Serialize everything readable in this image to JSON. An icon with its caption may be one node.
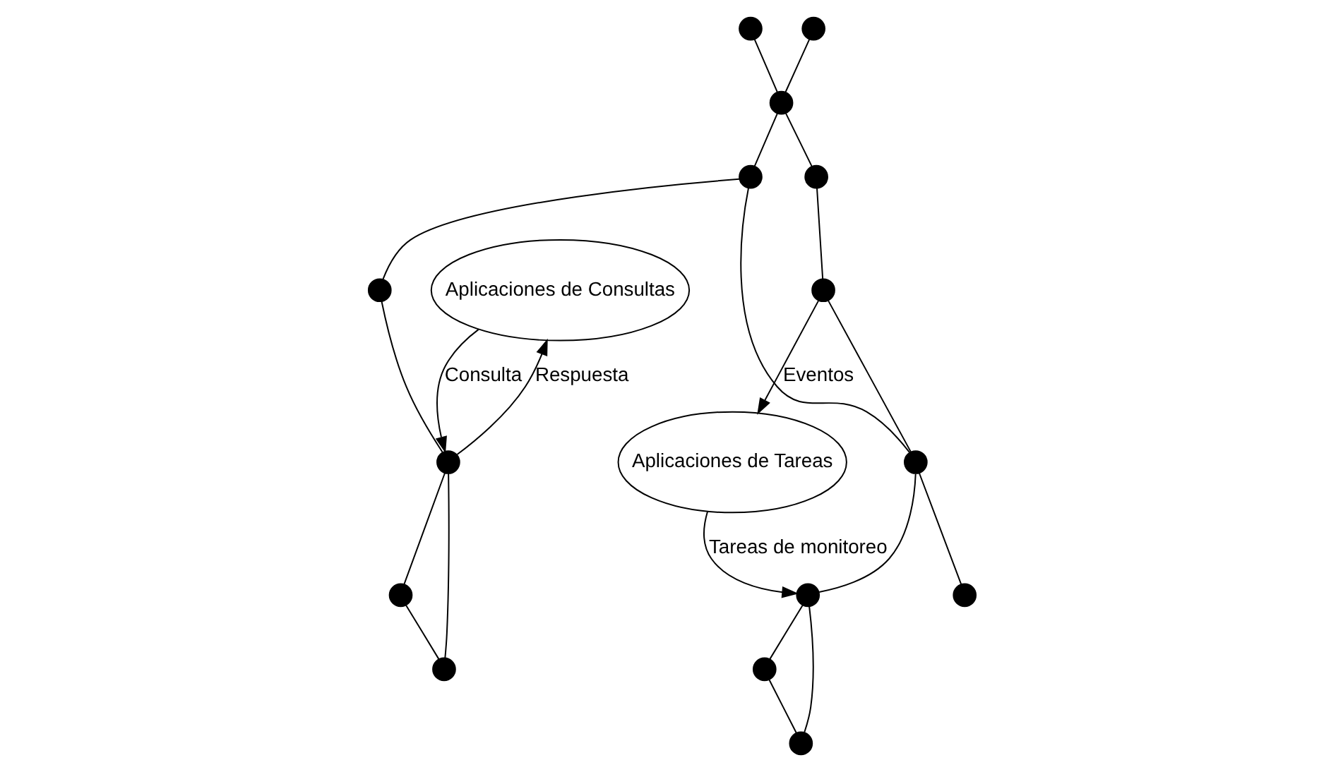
{
  "diagram": {
    "nodes": [
      {
        "text": [
          "Aplicaciones de Consultas"
        ]
      },
      {
        "text": [
          "Aplicaciones de Tareas"
        ]
      },
      {
        "text": [],
        "shape": "circle"
      },
      {
        "text": [],
        "shape": "circle"
      },
      {
        "text": [],
        "shape": "circle"
      },
      {
        "text": [],
        "shape": "circle"
      },
      {
        "text": [],
        "shape": "circle"
      },
      {
        "text": [],
        "shape": "circle"
      },
      {
        "text": [],
        "shape": "circle"
      },
      {
        "text": [],
        "shape": "circle"
      },
      {
        "text": [],
        "shape": "circle"
      },
      {
        "text": [],
        "shape": "circle"
      },
      {
        "text": [],
        "shape": "circle"
      },
      {
        "text": [],
        "shape": "circle"
      },
      {
        "text": [],
        "shape": "circle"
      },
      {
        "text": [],
        "shape": "circle"
      },
      {
        "text": [],
        "shape": "circle"
      }
    ],
    "edges": [
      {
        "from": 0,
        "to": 10,
        "arrow": "to",
        "label": "Consulta"
      },
      {
        "from": 10,
        "to": 0,
        "arrow": "to",
        "label": "Respuesta"
      },
      {
        "from": 6,
        "to": 1,
        "arrow": "to",
        "label": "Eventos"
      },
      {
        "from": 1,
        "to": 8,
        "arrow": "to",
        "label": "Tareas de monitoreo"
      },
      {
        "from": 2,
        "to": 5,
        "arrow": "none"
      },
      {
        "from": 3,
        "to": 5,
        "arrow": "none"
      },
      {
        "from": 5,
        "to": 4,
        "arrow": "none"
      },
      {
        "from": 4,
        "to": 6,
        "arrow": "none"
      },
      {
        "from": 5,
        "to": 9,
        "arrow": "none"
      },
      {
        "from": 9,
        "to": 11,
        "arrow": "none"
      },
      {
        "from": 11,
        "to": 10,
        "arrow": "none"
      },
      {
        "from": 9,
        "to": 12,
        "arrow": "none"
      },
      {
        "from": 6,
        "to": 12,
        "arrow": "none"
      },
      {
        "from": 12,
        "to": 15,
        "arrow": "none"
      },
      {
        "from": 12,
        "to": 8,
        "arrow": "none"
      },
      {
        "from": 8,
        "to": 7,
        "arrow": "none"
      },
      {
        "from": 7,
        "to": 13,
        "arrow": "none"
      },
      {
        "from": 8,
        "to": 13,
        "arrow": "none"
      },
      {
        "from": 10,
        "to": 14,
        "arrow": "none"
      },
      {
        "from": 14,
        "to": 16,
        "arrow": "none"
      },
      {
        "from": 10,
        "to": 16,
        "arrow": "none"
      }
    ]
  }
}
